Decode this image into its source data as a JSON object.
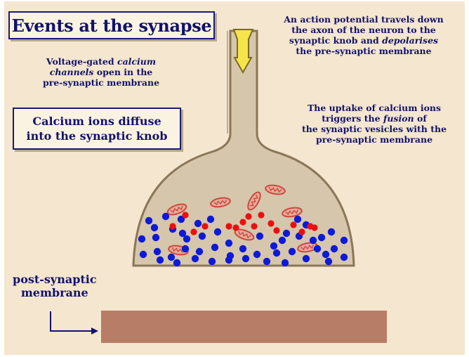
{
  "title": "Events at the synapse",
  "notes": {
    "calcium_channels": {
      "line1": "Voltage-gated ",
      "line1_em": "calcium",
      "line2_em": "channels",
      "line2": " open in the",
      "line3": "pre-synaptic membrane"
    },
    "action_potential": {
      "line1": "An action potential travels down",
      "line2": "the axon of the neuron to the",
      "line3": "synaptic knob and ",
      "line3_em": "depolarises",
      "line4": "the pre-synaptic membrane"
    },
    "uptake": {
      "line1": "The uptake of calcium ions",
      "line2": "triggers the ",
      "line2_em": "fusion",
      "line2_end": " of",
      "line3": "the synaptic vesicles with the",
      "line4": "pre-synaptic membrane"
    }
  },
  "callout": {
    "line1": "Calcium ions diffuse",
    "line2": "into the synaptic knob"
  },
  "post_label": {
    "line1": "post-synaptic",
    "line2": "membrane"
  },
  "colors": {
    "background": "#f4e6cf",
    "text": "#12126b",
    "knob_fill": "#d6c6ab",
    "knob_outline": "#8a7658",
    "post_membrane": "#b77d66",
    "arrow_fill": "#f6e54a",
    "vesicle": "#0d1ad8",
    "calcium_ion": "#ea1010",
    "mitochondrion": "#c94a3c"
  }
}
